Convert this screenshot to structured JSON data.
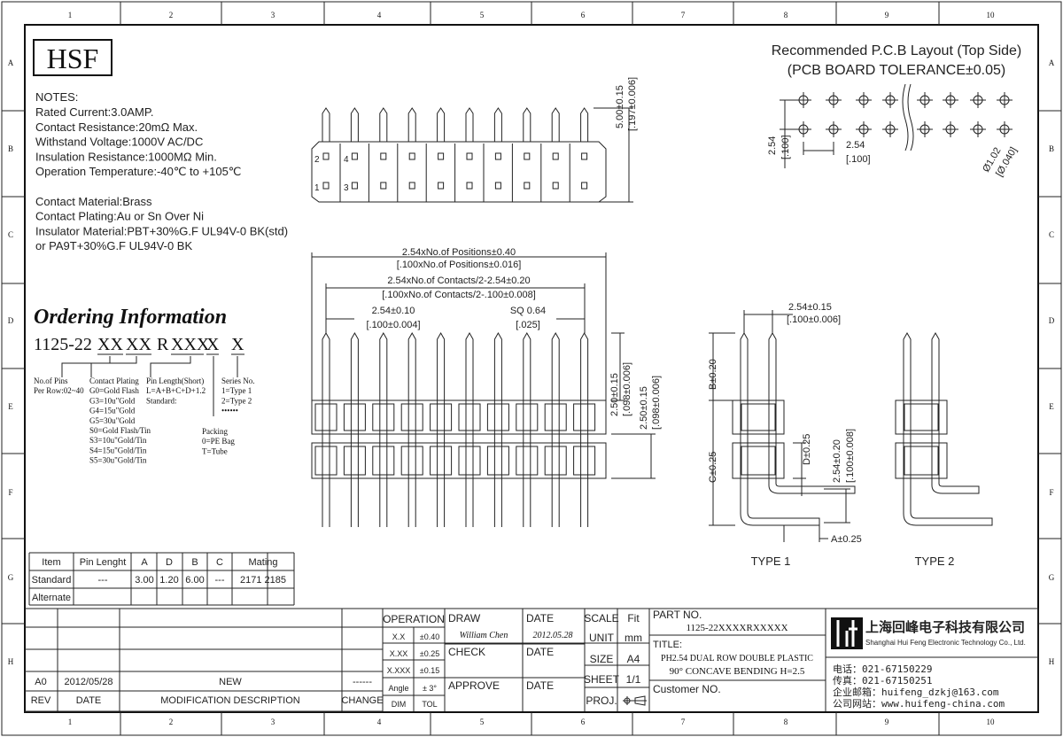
{
  "frame": {
    "columns": [
      "1",
      "2",
      "3",
      "4",
      "5",
      "6",
      "7",
      "8",
      "9",
      "10"
    ],
    "rows": [
      "A",
      "B",
      "C",
      "D",
      "E",
      "F",
      "G",
      "H"
    ]
  },
  "logo": "HSF",
  "notes": {
    "title": "NOTES:",
    "lines": [
      "Rated Current:3.0AMP.",
      "Contact Resistance:20mΩ Max.",
      "Withstand Voltage:1000V AC/DC",
      "Insulation Resistance:1000MΩ Min.",
      "Operation Temperature:-40℃ to +105℃",
      "",
      "Contact Material:Brass",
      "Contact Plating:Au or Sn Over Ni",
      "Insulator Material:PBT+30%G.F UL94V-0 BK(std)",
      "           or PA9T+30%G.F UL94V-0 BK"
    ]
  },
  "ordering": {
    "title": "Ordering Information",
    "prefix": "1125-22",
    "codes": [
      "XX",
      "XX",
      "R",
      "XXX",
      "X",
      "X"
    ],
    "pins": [
      "No.of Pins",
      "Per Row:02~40"
    ],
    "plating": [
      "Contact Plating",
      "G0=Gold Flash",
      "G3=10u\"Gold",
      "G4=15u\"Gold",
      "G5=30u\"Gold",
      "S0=Gold Flash/Tin",
      "S3=10u\"Gold/Tin",
      "S4=15u\"Gold/Tin",
      "S5=30u\"Gold/Tin"
    ],
    "length": [
      "Pin Length(Short)",
      "L=A+B+C+D+1.2",
      "Standard:"
    ],
    "series": [
      "Series No.",
      "1=Type 1",
      "2=Type 2",
      "••••••"
    ],
    "packing": [
      "Packing",
      "0=PE Bag",
      "T=Tube"
    ]
  },
  "pcb": {
    "title": "Recommended P.C.B Layout (Top Side)",
    "tolerance": "(PCB BOARD TOLERANCE±0.05)",
    "dims": [
      "2.54",
      "[.100]",
      "2.54",
      "[.100]",
      "Ø1.02",
      "[Ø.040]"
    ]
  },
  "top_view": {
    "pin_labels": [
      "2",
      "4",
      "1",
      "3"
    ],
    "dims": [
      "5.00±0.15",
      "[.197±0.006]"
    ]
  },
  "front_view": {
    "dims": [
      "2.54xNo.of Positions±0.40",
      "[.100xNo.of Positions±0.016]",
      "2.54xNo.of Contacts/2-2.54±0.20",
      "[.100xNo.of Contacts/2-.100±0.008]",
      "2.54±0.10",
      "[.100±0.004]",
      "SQ 0.64",
      "[.025]",
      "2.50±0.15",
      "[.098±0.006]",
      "2.50±0.15",
      "[.098±0.006]"
    ]
  },
  "side_view": {
    "dims": [
      "2.54±0.15",
      "[.100±0.006]",
      "B±0.20",
      "C±0.25",
      "D±0.25",
      "2.54±0.20",
      "[.100±0.008]",
      "A±0.25"
    ],
    "type1": "TYPE 1",
    "type2": "TYPE 2"
  },
  "pin_table": {
    "headers": [
      "Item",
      "Pin Lenght",
      "A",
      "D",
      "B",
      "C",
      "Mating"
    ],
    "rows": [
      [
        "Standard",
        "---",
        "3.00",
        "1.20",
        "6.00",
        "---",
        "2171  2185"
      ],
      [
        "Alternate",
        "",
        "",
        "",
        "",
        "",
        ""
      ]
    ]
  },
  "revisions": {
    "rows": [
      [
        "A0",
        "2012/05/28",
        "NEW",
        "------"
      ]
    ],
    "headers": [
      "REV",
      "DATE",
      "MODIFICATION  DESCRIPTION",
      "CHANGE"
    ]
  },
  "title_block": {
    "operation": "OPERATION",
    "tol": [
      [
        "X.X",
        "±0.40"
      ],
      [
        "X.XX",
        "±0.25"
      ],
      [
        "X.XXX",
        "±0.15"
      ],
      [
        "Angle",
        "± 3°"
      ],
      [
        "DIM",
        "TOL"
      ]
    ],
    "draw": "DRAW",
    "drawer": "William Chen",
    "date_label": "DATE",
    "date": "2012.05.28",
    "check": "CHECK",
    "approve": "APPROVE",
    "scale": "SCALE",
    "scale_val": "Fit",
    "unit": "UNIT",
    "unit_val": "mm",
    "size": "SIZE",
    "size_val": "A4",
    "sheet": "SHEET",
    "sheet_val": "1/1",
    "proj": "PROJ.",
    "part_no_label": "PART NO.",
    "part_no": "1125-22XXXXRXXXXX",
    "title_label": "TITLE:",
    "title1": "PH2.54 DUAL ROW DOUBLE PLASTIC",
    "title2": "90° CONCAVE BENDING H=2.5",
    "customer": "Customer NO."
  },
  "company": {
    "logo": "hf",
    "name_cn": "上海回峰电子科技有限公司",
    "name_en": "Shanghai Hui Feng Electronic Technology Co., Ltd.",
    "tel": "电话：021-67150229",
    "fax": "传真：021-67150251",
    "email": "企业邮箱：huifeng_dzkj@163.com",
    "web": "公司网站：www.huifeng-china.com"
  }
}
